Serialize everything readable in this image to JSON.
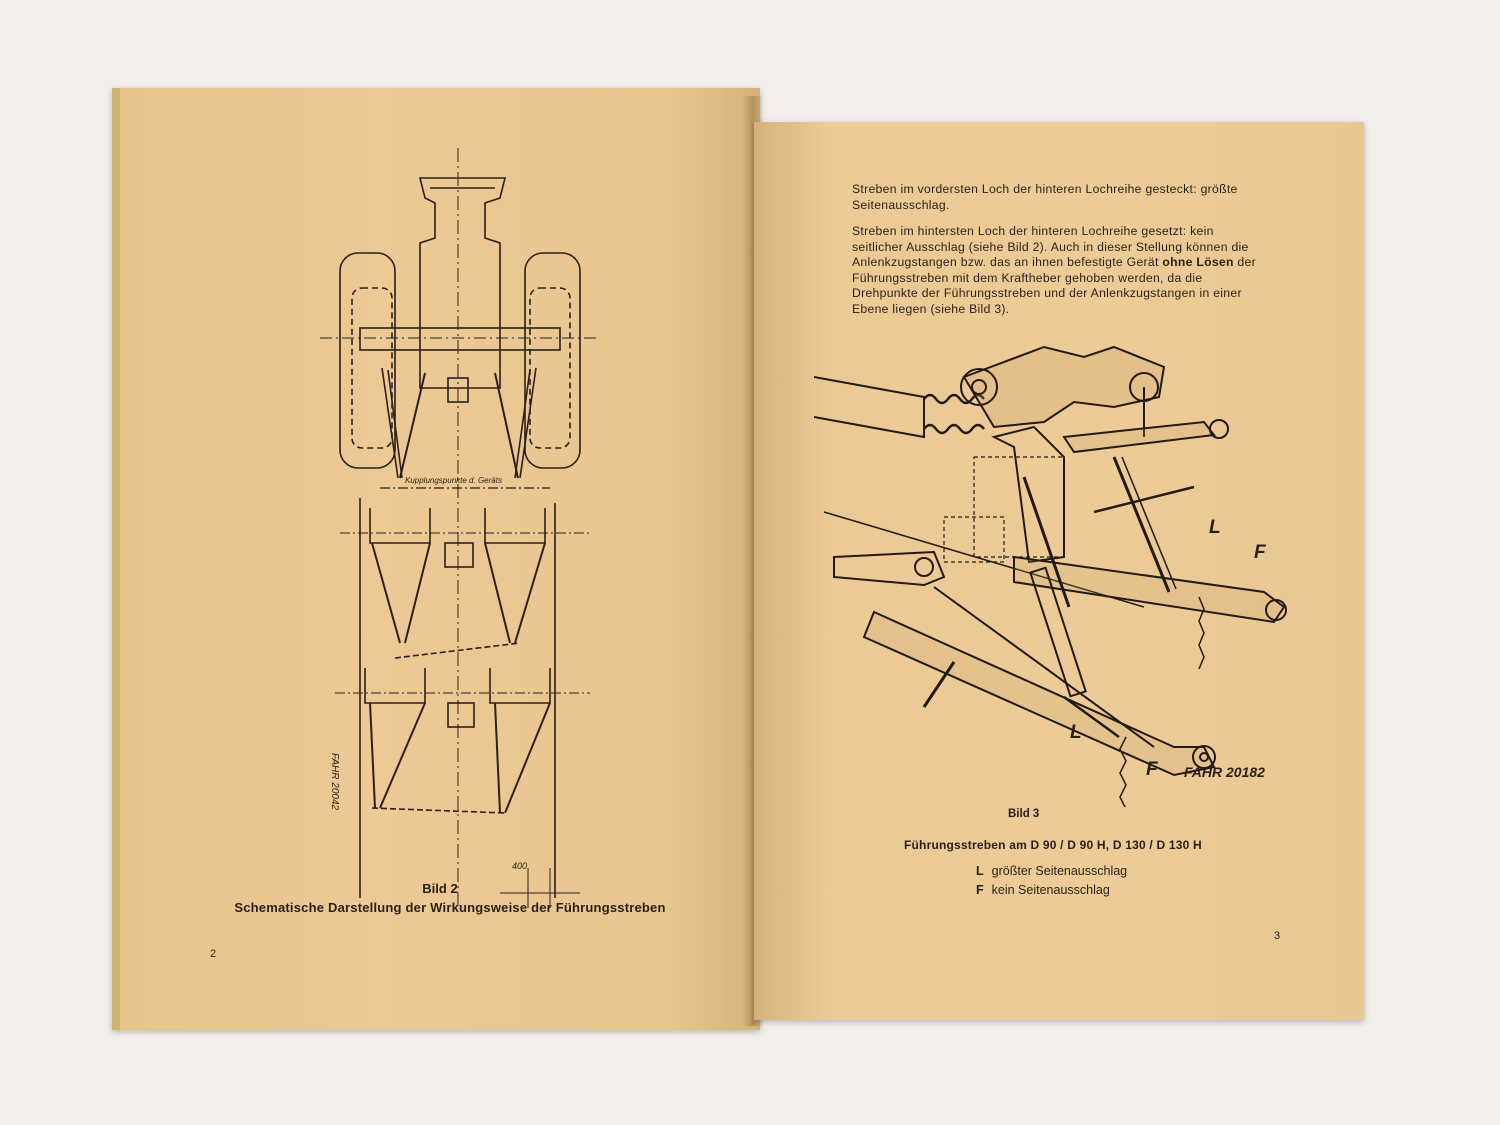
{
  "left_page": {
    "figure_label": "Bild 2",
    "figure_caption": "Schematische Darstellung der Wirkungsweise der Führungsstreben",
    "page_number": "2",
    "drawing_labels": {
      "hitch_points": "Kupplungspunkte d. Geräts",
      "drawing_number": "FAHR 20042",
      "dimension": "400"
    }
  },
  "right_page": {
    "paragraph_1": "Streben im vordersten Loch der hinteren Lochreihe gesteckt: größte Seitenausschlag.",
    "paragraph_2_before_bold": "Streben im hintersten Loch der hinteren Lochreihe gesetzt: kein seitlicher Ausschlag (siehe Bild 2). Auch in dieser Stellung können die Anlenkzugstangen bzw. das an ihnen befestigte Gerät ",
    "paragraph_2_bold": "ohne Lösen",
    "paragraph_2_after_bold": " der Führungsstreben mit dem Kraftheber gehoben werden, da die Drehpunkte der Führungsstreben und der Anlenkzugstangen in einer Ebene liegen (siehe Bild 3).",
    "figure_label": "Bild 3",
    "figure_caption": "Führungsstreben am D 90 / D 90 H, D 130 / D 130 H",
    "legend": [
      {
        "key": "L",
        "text": "größter Seitenausschlag"
      },
      {
        "key": "F",
        "text": "kein Seitenausschlag"
      }
    ],
    "drawing_labels": {
      "label_L_upper": "L",
      "label_F_upper": "F",
      "label_L_lower": "L",
      "label_F_lower": "F",
      "drawing_number": "FAHR 20182"
    },
    "page_number": "3"
  }
}
